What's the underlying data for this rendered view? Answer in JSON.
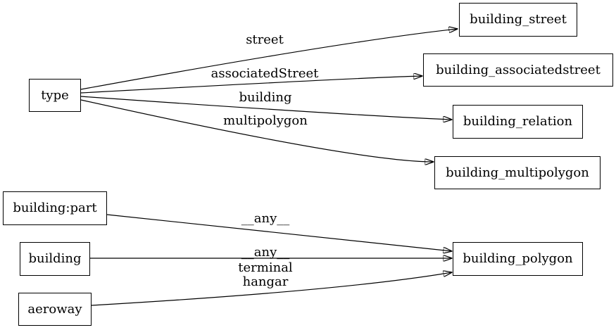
{
  "diagram": {
    "background_color": "#ffffff",
    "stroke_color": "#000000",
    "nodes": [
      {
        "id": "type",
        "label": "type"
      },
      {
        "id": "building-part",
        "label": "building:part"
      },
      {
        "id": "building",
        "label": "building"
      },
      {
        "id": "aeroway",
        "label": "aeroway"
      },
      {
        "id": "building-street",
        "label": "building_street"
      },
      {
        "id": "building-associatedstreet",
        "label": "building_associatedstreet"
      },
      {
        "id": "building-relation",
        "label": "building_relation"
      },
      {
        "id": "building-multipolygon",
        "label": "building_multipolygon"
      },
      {
        "id": "building-polygon",
        "label": "building_polygon"
      }
    ],
    "edges": [
      {
        "from": "type",
        "to": "building_street",
        "label": "street"
      },
      {
        "from": "type",
        "to": "building_associatedstreet",
        "label": "associatedStreet"
      },
      {
        "from": "type",
        "to": "building_relation",
        "label": "building"
      },
      {
        "from": "type",
        "to": "building_multipolygon",
        "label": "multipolygon"
      },
      {
        "from": "building:part",
        "to": "building_polygon",
        "label": "__any__"
      },
      {
        "from": "building",
        "to": "building_polygon",
        "label": "__any__"
      },
      {
        "from": "aeroway",
        "to": "building_polygon",
        "label": "terminal\nhangar"
      }
    ]
  }
}
